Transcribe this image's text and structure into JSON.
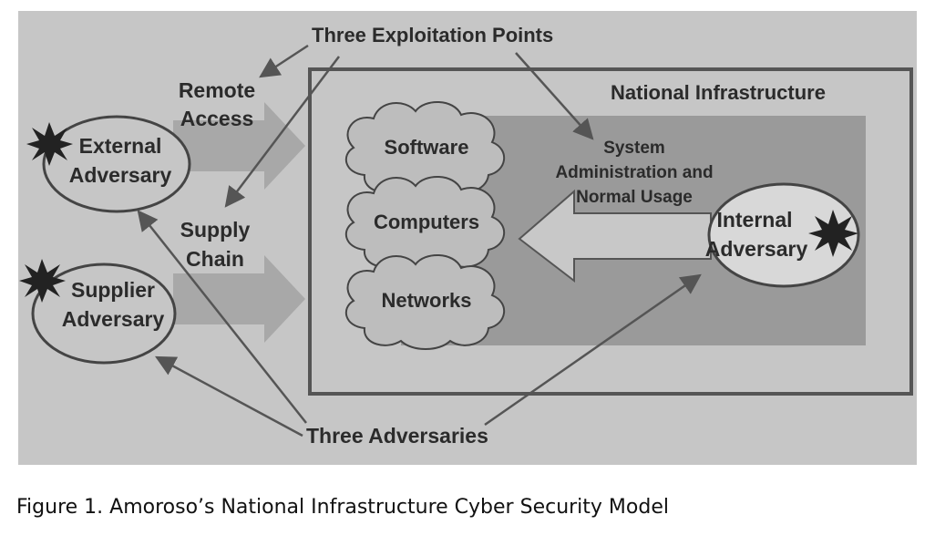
{
  "diagram": {
    "top_annotation": "Three Exploitation Points",
    "bottom_annotation": "Three Adversaries",
    "infrastructure_label": "National Infrastructure",
    "remote_access": [
      "Remote",
      "Access"
    ],
    "supply_chain": [
      "Supply",
      "Chain"
    ],
    "system_admin": [
      "System",
      "Administration and",
      "Normal Usage"
    ],
    "clouds": [
      "Software",
      "Computers",
      "Networks"
    ],
    "adversaries": {
      "external": [
        "External",
        "Adversary"
      ],
      "supplier": [
        "Supplier",
        "Adversary"
      ],
      "internal": [
        "Internal",
        "Adversary"
      ]
    }
  },
  "caption": "Figure 1. Amoroso’s National Infrastructure Cyber Security Model",
  "colors": {
    "background": "#c6c6c6",
    "shaded_band": "#9a9a9a",
    "arrow_fill": "#a8a8a8",
    "outline": "#555555",
    "text": "#2b2b2b"
  }
}
